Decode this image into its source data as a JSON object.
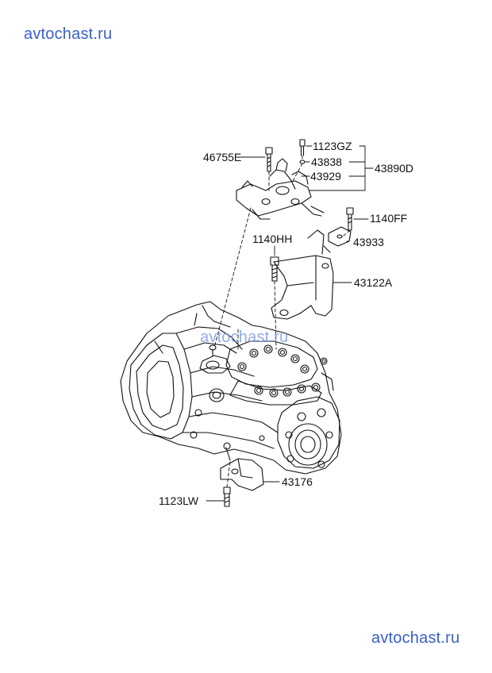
{
  "watermarks": {
    "top": "avtochast.ru",
    "middle": "avtochast.ru",
    "bottom": "avtochast.ru"
  },
  "parts": {
    "p46755E": "46755E",
    "p1123GZ": "1123GZ",
    "p43838": "43838",
    "p43929": "43929",
    "p43890D": "43890D",
    "p1140FF": "1140FF",
    "p1140HH": "1140HH",
    "p43933": "43933",
    "p43122A": "43122A",
    "p43176": "43176",
    "p1123LW": "1123LW"
  }
}
